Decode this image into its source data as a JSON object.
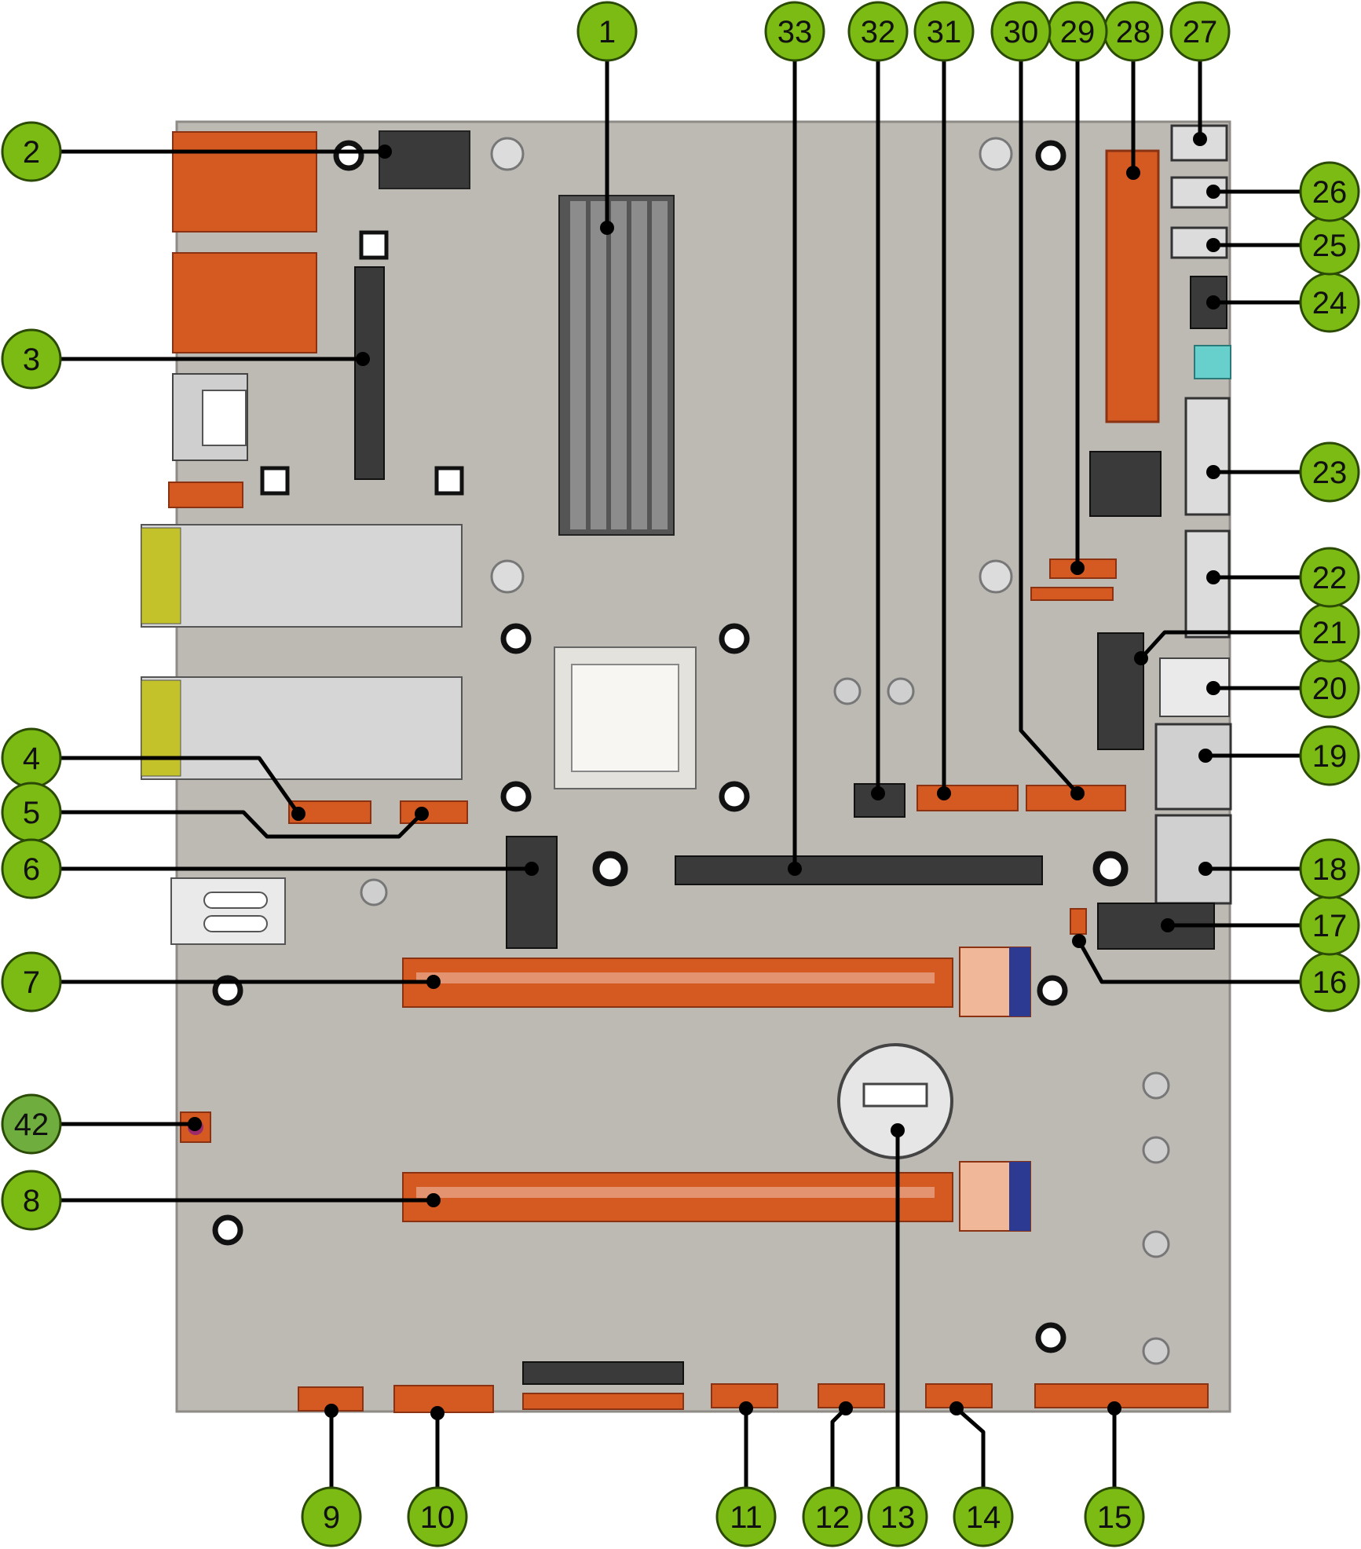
{
  "colors": {
    "board": "#bdbab4",
    "board_edge": "#8e8b86",
    "connector_orange": "#d45a22",
    "connector_orange_dark": "#8a3212",
    "dark": "#3a3a3a",
    "callout_fill": "#7cba14",
    "callout_fill_alt": "#6fae3e",
    "callout_stroke": "#2a4a06",
    "leader": "#000000",
    "sfp_yellow": "#c4c22a",
    "ejector_pink": "#f0b898",
    "ejector_blue": "#2c3a92",
    "teal": "#68d0cc"
  },
  "callouts": [
    {
      "id": "1",
      "label": "1"
    },
    {
      "id": "2",
      "label": "2"
    },
    {
      "id": "3",
      "label": "3"
    },
    {
      "id": "4",
      "label": "4"
    },
    {
      "id": "5",
      "label": "5"
    },
    {
      "id": "6",
      "label": "6"
    },
    {
      "id": "7",
      "label": "7"
    },
    {
      "id": "8",
      "label": "8"
    },
    {
      "id": "9",
      "label": "9"
    },
    {
      "id": "10",
      "label": "10"
    },
    {
      "id": "11",
      "label": "11"
    },
    {
      "id": "12",
      "label": "12"
    },
    {
      "id": "13",
      "label": "13"
    },
    {
      "id": "14",
      "label": "14"
    },
    {
      "id": "15",
      "label": "15"
    },
    {
      "id": "16",
      "label": "16"
    },
    {
      "id": "17",
      "label": "17"
    },
    {
      "id": "18",
      "label": "18"
    },
    {
      "id": "19",
      "label": "19"
    },
    {
      "id": "20",
      "label": "20"
    },
    {
      "id": "21",
      "label": "21"
    },
    {
      "id": "22",
      "label": "22"
    },
    {
      "id": "23",
      "label": "23"
    },
    {
      "id": "24",
      "label": "24"
    },
    {
      "id": "25",
      "label": "25"
    },
    {
      "id": "26",
      "label": "26"
    },
    {
      "id": "27",
      "label": "27"
    },
    {
      "id": "28",
      "label": "28"
    },
    {
      "id": "29",
      "label": "29"
    },
    {
      "id": "30",
      "label": "30"
    },
    {
      "id": "31",
      "label": "31"
    },
    {
      "id": "32",
      "label": "32"
    },
    {
      "id": "33",
      "label": "33"
    },
    {
      "id": "42",
      "label": "42"
    }
  ]
}
